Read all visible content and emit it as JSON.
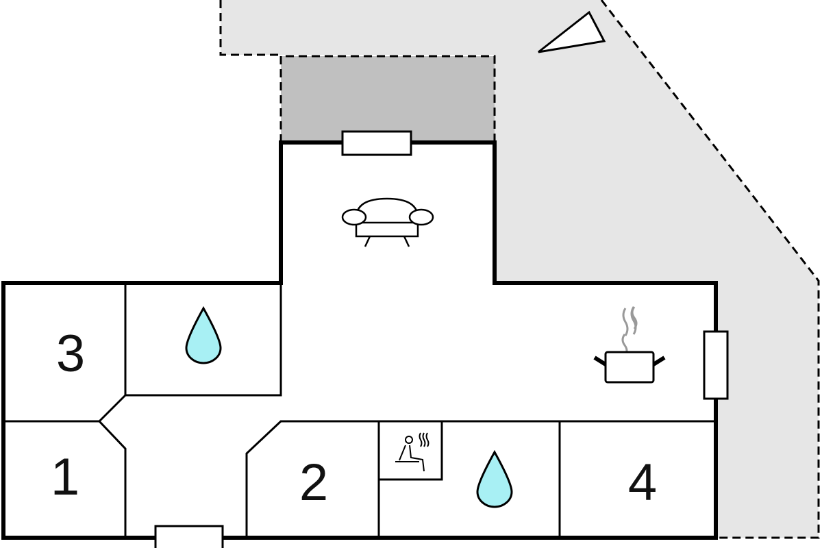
{
  "rooms": {
    "bedroom_1": "1",
    "bedroom_2": "2",
    "bedroom_3": "3",
    "bedroom_4": "4"
  },
  "colors": {
    "terrace": "#e6e6e6",
    "covered_terrace": "#c0c0c0",
    "water": "#a8f0f4",
    "wall": "#000000"
  },
  "icons": [
    "north-arrow-icon",
    "sofa-icon",
    "cooking-pot-icon",
    "water-drop-icon",
    "sauna-icon",
    "window-icon",
    "door-icon"
  ]
}
